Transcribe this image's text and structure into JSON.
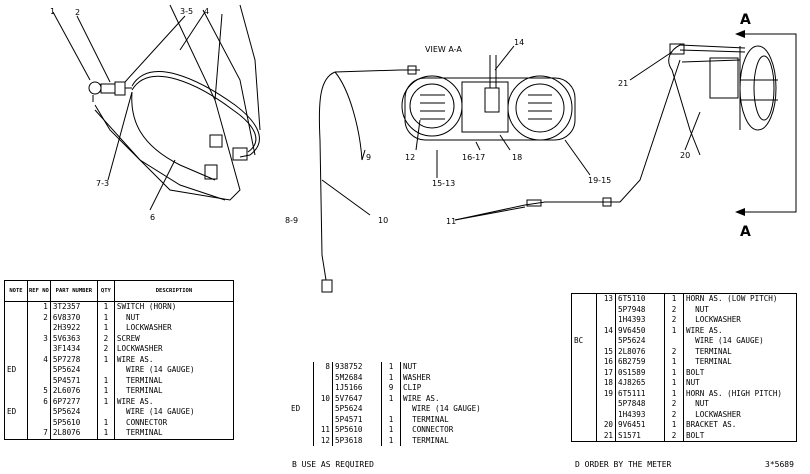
{
  "drawing": {
    "view_label": "VIEW A-A",
    "section_marker": "A",
    "callouts": {
      "c1": "1",
      "c2": "2",
      "c3": "3-5",
      "c4": "4",
      "c6": "6",
      "c7": "7-3",
      "c8": "8-9",
      "c9": "9",
      "c10": "10",
      "c11": "11",
      "c12": "12",
      "c13": "15-13",
      "c14": "14",
      "c16": "16-17",
      "c18": "18",
      "c19": "19-15",
      "c20": "20",
      "c21": "21"
    }
  },
  "table_headers": {
    "note": "NOTE",
    "ref": "REF NO",
    "part": "PART NUMBER",
    "qty": "QTY",
    "desc": "DESCRIPTION"
  },
  "table1": {
    "rows": [
      {
        "note": "",
        "ref": "1",
        "part": "3T2357",
        "qty": "1",
        "desc": "SWITCH (HORN)"
      },
      {
        "note": "",
        "ref": "2",
        "part": "6V8370",
        "qty": "1",
        "desc": "  NUT"
      },
      {
        "note": "",
        "ref": "",
        "part": "2H3922",
        "qty": "1",
        "desc": "  LOCKWASHER"
      },
      {
        "note": "",
        "ref": "3",
        "part": "5V6363",
        "qty": "2",
        "desc": "SCREW"
      },
      {
        "note": "",
        "ref": "",
        "part": "3F1434",
        "qty": "2",
        "desc": "LOCKWASHER"
      },
      {
        "note": "",
        "ref": "4",
        "part": "5P7278",
        "qty": "1",
        "desc": "WIRE AS."
      },
      {
        "note": "ED",
        "ref": "",
        "part": "5P5624",
        "qty": "",
        "desc": "  WIRE (14 GAUGE)"
      },
      {
        "note": "",
        "ref": "",
        "part": "5P4571",
        "qty": "1",
        "desc": "  TERMINAL"
      },
      {
        "note": "",
        "ref": "5",
        "part": "2L6076",
        "qty": "1",
        "desc": "  TERMINAL"
      },
      {
        "note": "",
        "ref": "6",
        "part": "6P7277",
        "qty": "1",
        "desc": "WIRE AS."
      },
      {
        "note": "ED",
        "ref": "",
        "part": "5P5624",
        "qty": "",
        "desc": "  WIRE (14 GAUGE)"
      },
      {
        "note": "",
        "ref": "",
        "part": "5P5610",
        "qty": "1",
        "desc": "  CONNECTOR"
      },
      {
        "note": "",
        "ref": "7",
        "part": "2L8076",
        "qty": "1",
        "desc": "  TERMINAL"
      }
    ]
  },
  "table2": {
    "rows": [
      {
        "note": "",
        "ref": "8",
        "part": "938752",
        "qty": "1",
        "desc": "NUT"
      },
      {
        "note": "",
        "ref": "",
        "part": "5M2684",
        "qty": "1",
        "desc": "WASHER"
      },
      {
        "note": "",
        "ref": "",
        "part": "1J5166",
        "qty": "9",
        "desc": "CLIP"
      },
      {
        "note": "",
        "ref": "10",
        "part": "5V7647",
        "qty": "1",
        "desc": "WIRE AS."
      },
      {
        "note": "ED",
        "ref": "",
        "part": "5P5624",
        "qty": "",
        "desc": "  WIRE (14 GAUGE)"
      },
      {
        "note": "",
        "ref": "",
        "part": "5P4571",
        "qty": "1",
        "desc": "  TERMINAL"
      },
      {
        "note": "",
        "ref": "11",
        "part": "5P5610",
        "qty": "1",
        "desc": "  CONNECTOR"
      },
      {
        "note": "",
        "ref": "12",
        "part": "5P3618",
        "qty": "1",
        "desc": "  TERMINAL"
      }
    ],
    "footnote": "B  USE AS REQUIRED"
  },
  "table3": {
    "rows": [
      {
        "note": "",
        "ref": "13",
        "part": "6T5110",
        "qty": "1",
        "desc": "HORN AS. (LOW PITCH)"
      },
      {
        "note": "",
        "ref": "",
        "part": "5P7948",
        "qty": "2",
        "desc": "  NUT"
      },
      {
        "note": "",
        "ref": "",
        "part": "1H4393",
        "qty": "2",
        "desc": "  LOCKWASHER"
      },
      {
        "note": "",
        "ref": "14",
        "part": "9V6450",
        "qty": "1",
        "desc": "WIRE AS."
      },
      {
        "note": "BC",
        "ref": "",
        "part": "5P5624",
        "qty": "",
        "desc": "  WIRE (14 GAUGE)"
      },
      {
        "note": "",
        "ref": "15",
        "part": "2L8076",
        "qty": "2",
        "desc": "  TERMINAL"
      },
      {
        "note": "",
        "ref": "16",
        "part": "6B2759",
        "qty": "1",
        "desc": "  TERMINAL"
      },
      {
        "note": "",
        "ref": "17",
        "part": "0S1589",
        "qty": "1",
        "desc": "BOLT"
      },
      {
        "note": "",
        "ref": "18",
        "part": "4J8265",
        "qty": "1",
        "desc": "NUT"
      },
      {
        "note": "",
        "ref": "19",
        "part": "6T5111",
        "qty": "1",
        "desc": "HORN AS. (HIGH PITCH)"
      },
      {
        "note": "",
        "ref": "",
        "part": "5P7848",
        "qty": "2",
        "desc": "  NUT"
      },
      {
        "note": "",
        "ref": "",
        "part": "1H4393",
        "qty": "2",
        "desc": "  LOCKWASHER"
      },
      {
        "note": "",
        "ref": "20",
        "part": "9V6451",
        "qty": "1",
        "desc": "BRACKET AS."
      },
      {
        "note": "",
        "ref": "21",
        "part": "S1571",
        "qty": "2",
        "desc": "BOLT"
      }
    ],
    "footnote": "D  ORDER BY THE METER",
    "drawing_number": "3*5689"
  }
}
